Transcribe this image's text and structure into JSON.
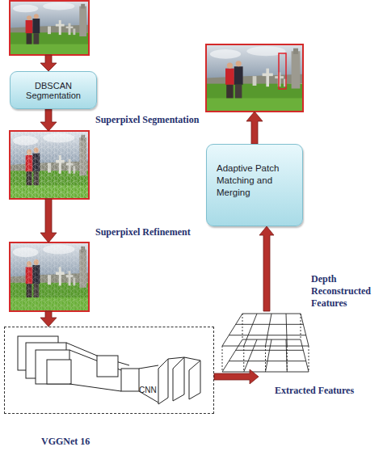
{
  "diagram": {
    "nodes": [
      {
        "text": [
          "DBSCAN Segmentation"
        ]
      },
      {
        "text": [
          "CNN",
          "VGGNet 16"
        ]
      },
      {
        "text": [
          "Depth Reconstructed Features"
        ]
      },
      {
        "text": [
          "Adaptive Patch Matching and Merging"
        ]
      }
    ],
    "edges": [
      {
        "from": 1,
        "to": 2,
        "arrow": "to",
        "label": "Extracted Features"
      },
      {
        "from": 2,
        "to": 3,
        "arrow": "to"
      }
    ],
    "labels": [
      "Superpixel Segmentation",
      "Superpixel Refinement"
    ]
  }
}
